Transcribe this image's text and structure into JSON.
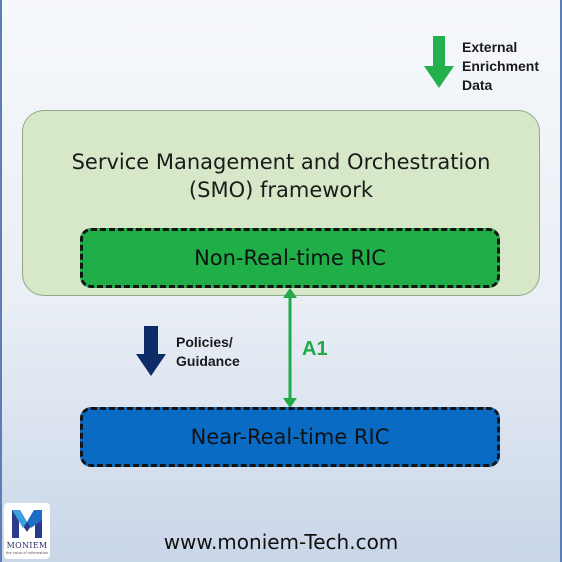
{
  "external_enrichment": {
    "label": "External\nEnrichment\nData",
    "arrow_color": "#22b14c"
  },
  "smo": {
    "title": "Service Management and Orchestration\n(SMO) framework",
    "fill_color": "#d6e8c7"
  },
  "non_rt_ric": {
    "label": "Non-Real-time RIC",
    "fill_color": "#1fae48"
  },
  "near_rt_ric": {
    "label": "Near-Real-time RIC",
    "fill_color": "#0a6bc4"
  },
  "interface": {
    "label": "A1",
    "color": "#21a94a"
  },
  "policies": {
    "label": "Policies/\nGuidance",
    "arrow_color": "#0d2b66"
  },
  "logo": {
    "name": "MONIEM",
    "tagline": "the value of information"
  },
  "footer": {
    "url": "www.moniem-Tech.com"
  }
}
